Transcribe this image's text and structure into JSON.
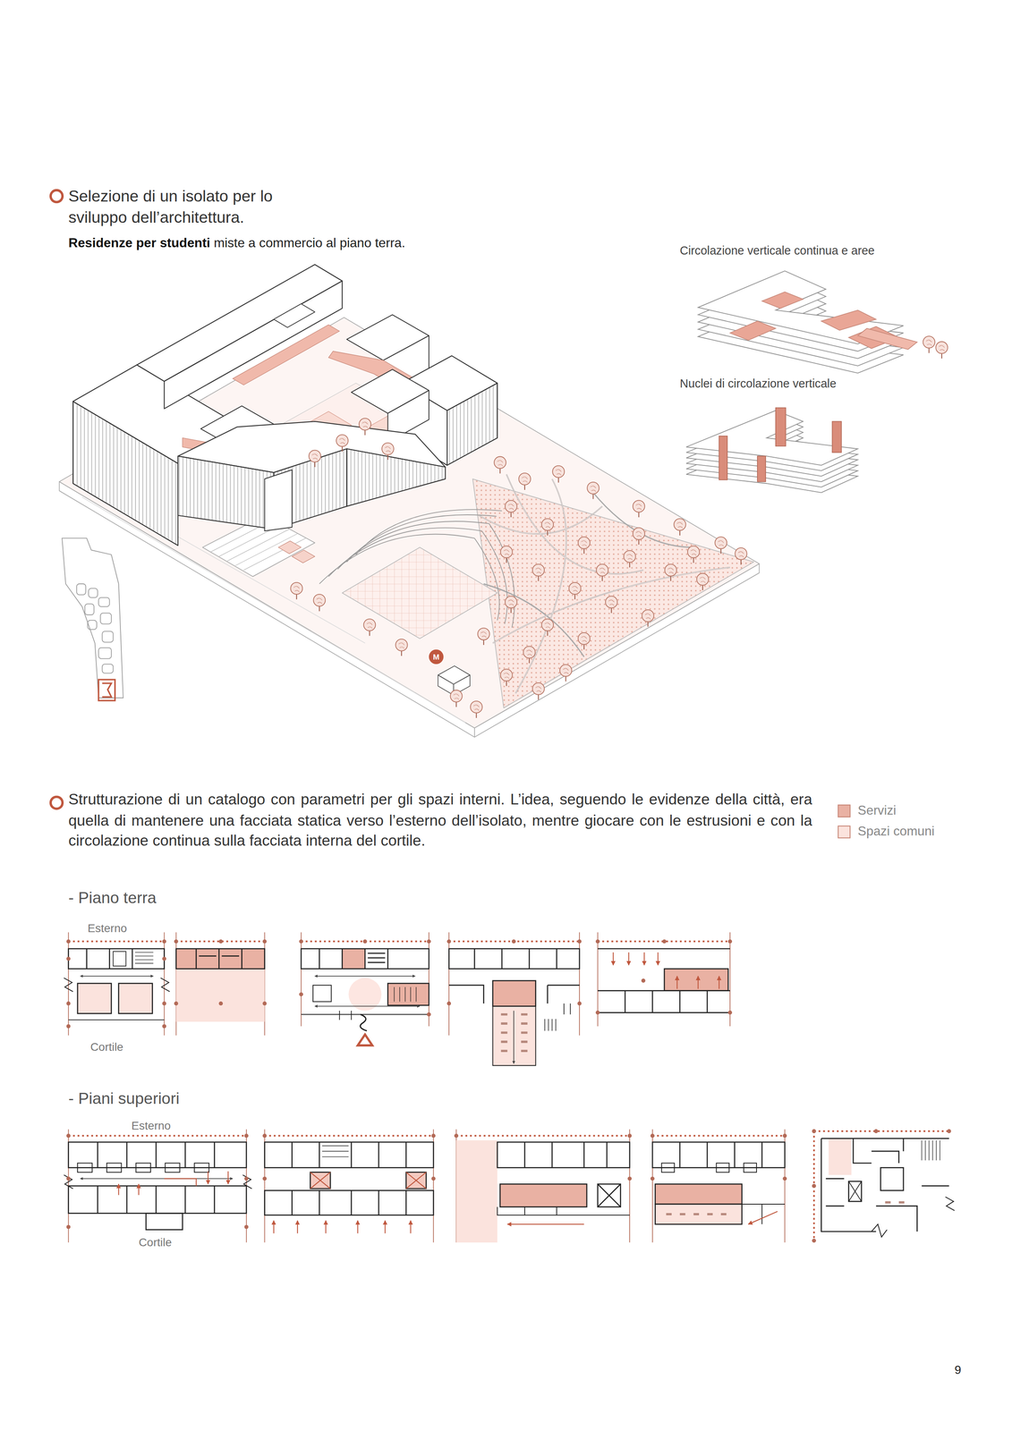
{
  "diagram": {
    "labels": [
      "Selezione di un isolato per lo sviluppo dell’architettura.",
      "Residenze per studenti",
      "miste a commercio al piano terra.",
      "Circolazione verticale continua e aree",
      "Nuclei di circolazione verticale",
      "M",
      "Strutturazione di un catalogo con parametri per gli spazi interni. L’idea, seguendo le evidenze della città, era quella di mantenere una facciata statica verso l’esterno dell’isolato, mentre giocare con le estrusioni e con la circolazione continua sulla facciata interna del cortile.",
      "- Piano terra",
      "Esterno",
      "Cortile",
      "- Piani superiori",
      "Esterno",
      "Cortile",
      "9"
    ],
    "legend": [
      {
        "text": "Servizi",
        "color": "#e9b1a3"
      },
      {
        "text": "Spazi comuni",
        "color": "#fbe3dd"
      }
    ]
  }
}
